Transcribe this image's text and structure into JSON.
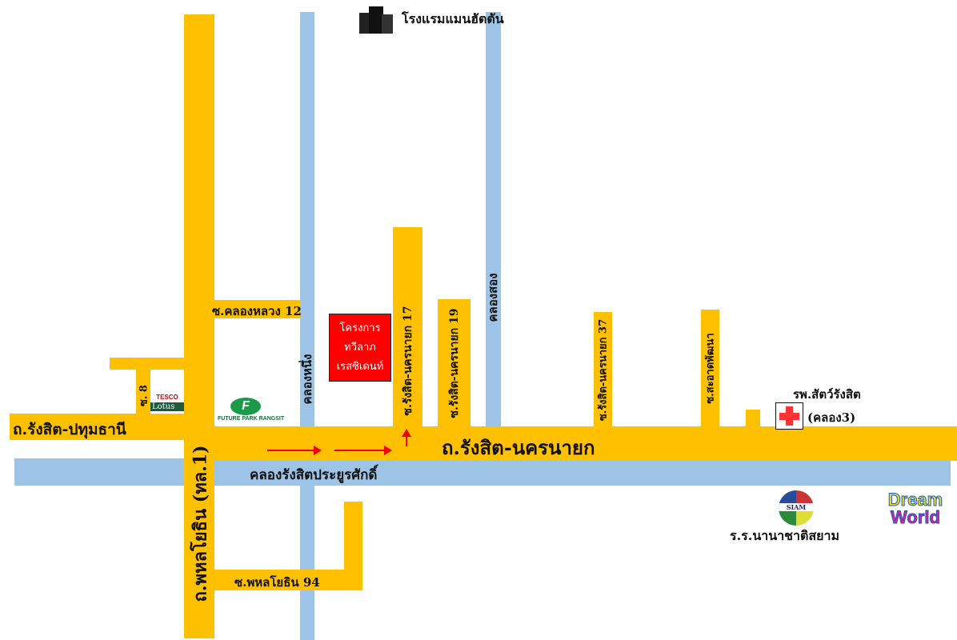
{
  "colors": {
    "road": "#FFC000",
    "canal": "#9DC3E6",
    "project": "#FF0000"
  },
  "project": {
    "line1": "โครงการ",
    "line2": "ทวีลาภ",
    "line3": "เรสซิเดนท์"
  },
  "roads": {
    "rangsit_pathum": "ถ.รังสิต-ปทุมธานี",
    "rangsit_nakhon": "ถ.รังสิต-นครนายก",
    "phahon": "ถ.พหลโยธิน (ทล.1)",
    "soi_khlongluang12": "ซ.คลองหลวง 12",
    "soi8": "ซ. 8",
    "soi17": "ซ.รังสิต-นครนายก 17",
    "soi19": "ซ.รังสิต-นครนายก 19",
    "soi37": "ซ.รังสิต-นครนายก 37",
    "soi_saat": "ซ.สะอาดพัฒนา",
    "soi_phahon94": "ซ.พหลโยธิน 94"
  },
  "canals": {
    "khlong1": "คลองหนึ่ง",
    "khlong2": "คลองสอง",
    "rangsit": "คลองรังสิตประยูรศักดิ์"
  },
  "landmarks": {
    "hotel": "โรงแรมแมนฮัตตัน",
    "tesco": "TESCO",
    "lotus": "Lotus",
    "future_park": "FUTURE PARK RANGSIT",
    "vet": "รพ.สัตว์รังสิต",
    "vet_sub": "(คลอง3)",
    "school": "ร.ร.นานาชาติสยาม",
    "school_logo": "SIAM",
    "dream1": "Dream",
    "dream2": "World"
  }
}
